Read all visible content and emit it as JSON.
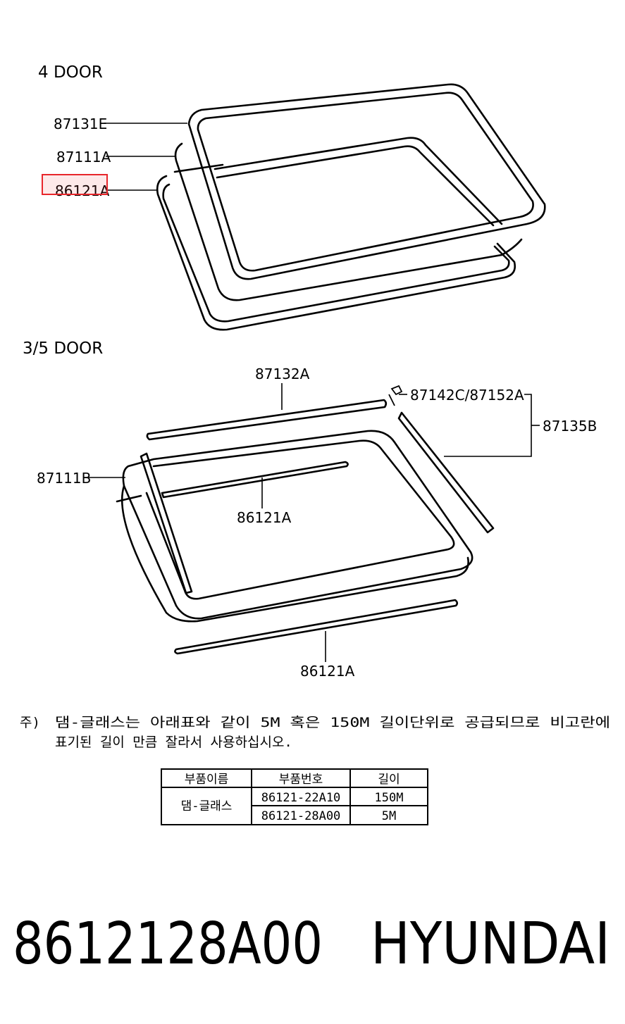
{
  "sections": {
    "four_door": "4 DOOR",
    "three_five_door": "3/5 DOOR"
  },
  "callouts": {
    "c1": "87131E",
    "c2": "87111A",
    "c3": "86121A",
    "c4": "87132A",
    "c5": "87142C/87152A",
    "c6": "87135B",
    "c7": "87111B",
    "c8": "86121A",
    "c9": "86121A"
  },
  "highlight_color": "#e8262b",
  "note": {
    "prefix": "주)",
    "line1": "댐-글래스는 아래표와 같이 5M 혹은 150M 길이단위로 공급되므로 비고란에",
    "line2": "표기된 길이 만큼 잘라서 사용하십시오."
  },
  "table": {
    "headers": [
      "부품이름",
      "부품번호",
      "길이"
    ],
    "name": "댐-글래스",
    "rows": [
      {
        "number": "86121-22A10",
        "length": "150M"
      },
      {
        "number": "86121-28A00",
        "length": "5M"
      }
    ]
  },
  "footer": {
    "part_number": "8612128A00",
    "brand": "HYUNDAI"
  }
}
